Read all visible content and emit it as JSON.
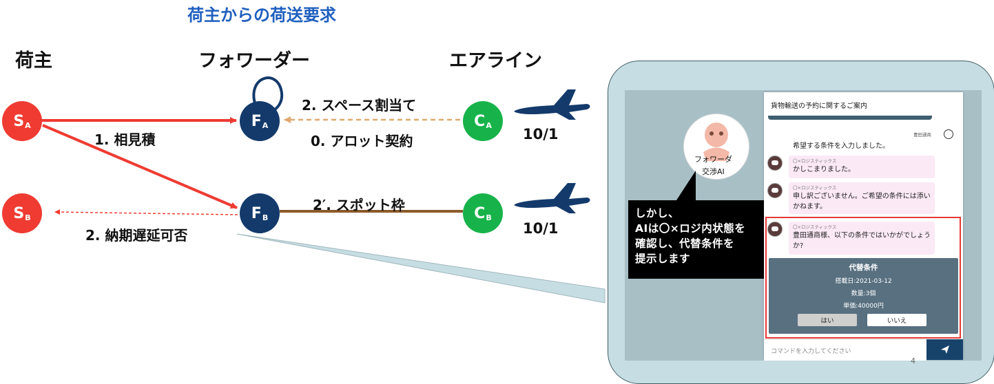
{
  "title": "荷主からの荷送要求",
  "columns": {
    "shipper": "荷主",
    "forwarder": "フォワーダー",
    "airline": "エアライン"
  },
  "nodes": {
    "sa": {
      "letter": "S",
      "sub": "A"
    },
    "sb": {
      "letter": "S",
      "sub": "B"
    },
    "fa": {
      "letter": "F",
      "sub": "A"
    },
    "fb": {
      "letter": "F",
      "sub": "B"
    },
    "ca": {
      "letter": "C",
      "sub": "A"
    },
    "cb": {
      "letter": "C",
      "sub": "B"
    }
  },
  "edges": {
    "estimate": "1. 相見積",
    "space": "2. スペース割当て",
    "allot": "0. アロット契約",
    "spot": "2′. スポット枠",
    "delay": "2. 納期遅延可否"
  },
  "dates": {
    "a": "10/1",
    "b": "10/1"
  },
  "colors": {
    "shipper": "#ef3b32",
    "forwarder": "#143a6b",
    "airline": "#17b34a",
    "title": "#1f5fbf",
    "spot_line": "#8b5a2b",
    "contract_line": "#e0a870"
  },
  "callout": {
    "avatar_label": "フォワーダ",
    "avatar_caption": "交渉AI",
    "speech": [
      "しかし、",
      "AIは〇×ロジ内状態を",
      "確認し、代替条件を",
      "提示します"
    ]
  },
  "chat": {
    "header": "貨物輸送の予約に関するご案内",
    "user_name": "豊田通商",
    "user_msg": "希望する条件を入力しました。",
    "bot_name": "〇×ロジスティックス",
    "messages": [
      "かしこまりました。",
      "申し訳ございません。ご希望の条件には添いかねます。",
      "豊田通商様、以下の条件ではいかがでしょうか?"
    ],
    "alt": {
      "title": "代替条件",
      "date": "搭載日:2021-03-12",
      "qty": "数量:3個",
      "price": "単価:40000円",
      "yes": "はい",
      "no": "いいえ"
    },
    "placeholder": "コマンドを入力してください"
  },
  "page_number": "4"
}
